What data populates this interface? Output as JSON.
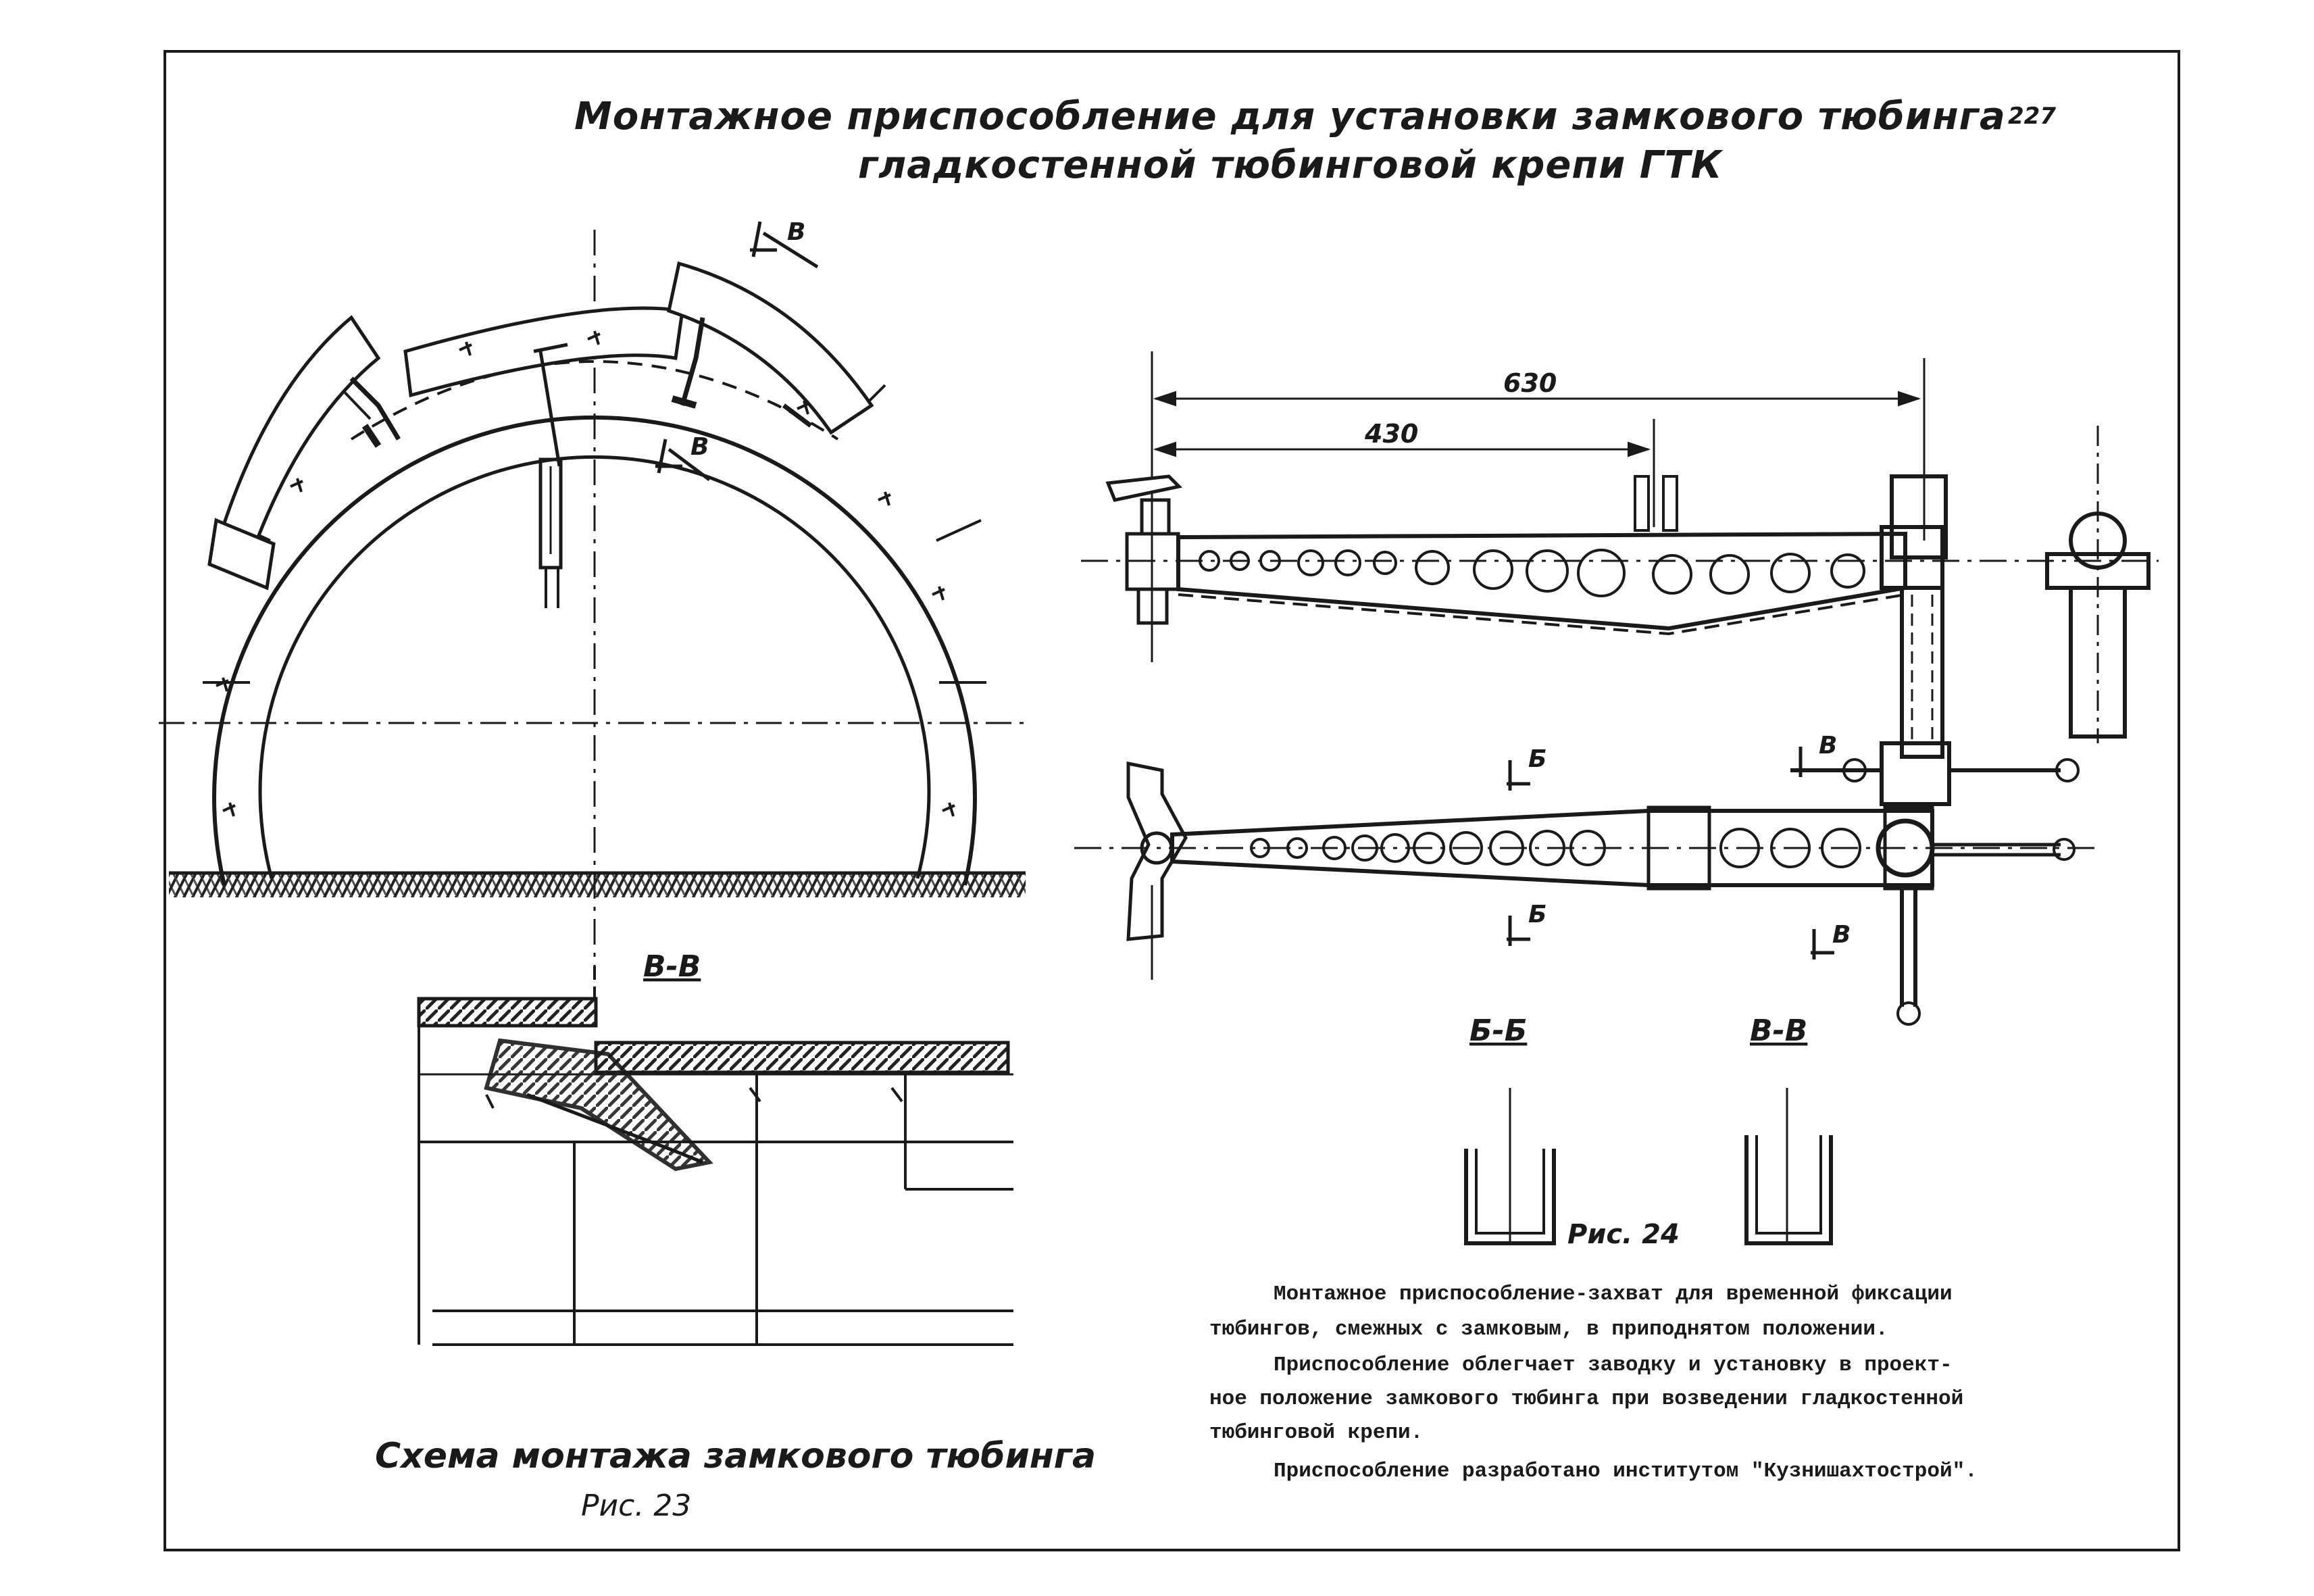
{
  "title": {
    "line1": "Монтажное приспособление для установки замкового тюбинга",
    "line2": "гладкостенной тюбинговой крепи ГТК"
  },
  "page_number": "227",
  "left_figure": {
    "section_label": "В-В",
    "cut_mark": "В",
    "caption": "Схема монтажа замкового тюбинга",
    "figure_number": "Рис. 23"
  },
  "right_figure": {
    "dimensions": {
      "overall": "630",
      "inner": "430"
    },
    "section_marks": {
      "b": "Б",
      "v": "В"
    },
    "section_b_label": "Б-Б",
    "section_v_label": "В-В",
    "figure_number": "Рис. 24"
  },
  "description": {
    "p1_line1": "Монтажное приспособление-захват для временной фиксации",
    "p1_line2": "тюбингов, смежных с замковым, в приподнятом положении.",
    "p2_line1": "Приспособление облегчает заводку и установку в проект-",
    "p2_line2": "ное положение замкового тюбинга при возведении гладкостенной",
    "p2_line3": "тюбинговой крепи.",
    "p3": "Приспособление разработано институтом \"Кузнишахтострой\"."
  }
}
